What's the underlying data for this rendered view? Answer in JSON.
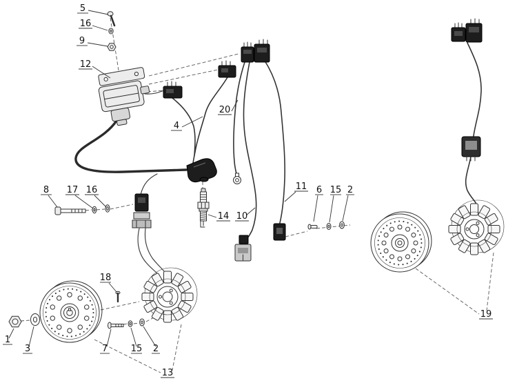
{
  "diagram": {
    "title": "ignition-system-exploded-parts-diagram",
    "background": "#ffffff",
    "line_color": "#2f2f2f",
    "callouts": [
      {
        "id": "callout-5",
        "label": "5"
      },
      {
        "id": "callout-16-top",
        "label": "16"
      },
      {
        "id": "callout-9",
        "label": "9"
      },
      {
        "id": "callout-12",
        "label": "12"
      },
      {
        "id": "callout-4",
        "label": "4"
      },
      {
        "id": "callout-20",
        "label": "20"
      },
      {
        "id": "callout-8",
        "label": "8"
      },
      {
        "id": "callout-17",
        "label": "17"
      },
      {
        "id": "callout-16-mid",
        "label": "16"
      },
      {
        "id": "callout-14",
        "label": "14"
      },
      {
        "id": "callout-10",
        "label": "10"
      },
      {
        "id": "callout-11",
        "label": "11"
      },
      {
        "id": "callout-6",
        "label": "6"
      },
      {
        "id": "callout-15-right",
        "label": "15"
      },
      {
        "id": "callout-2-right",
        "label": "2"
      },
      {
        "id": "callout-18",
        "label": "18"
      },
      {
        "id": "callout-1",
        "label": "1"
      },
      {
        "id": "callout-3",
        "label": "3"
      },
      {
        "id": "callout-7",
        "label": "7"
      },
      {
        "id": "callout-15-bottom",
        "label": "15"
      },
      {
        "id": "callout-2-bottom",
        "label": "2"
      },
      {
        "id": "callout-13",
        "label": "13"
      },
      {
        "id": "callout-19",
        "label": "19"
      }
    ]
  }
}
